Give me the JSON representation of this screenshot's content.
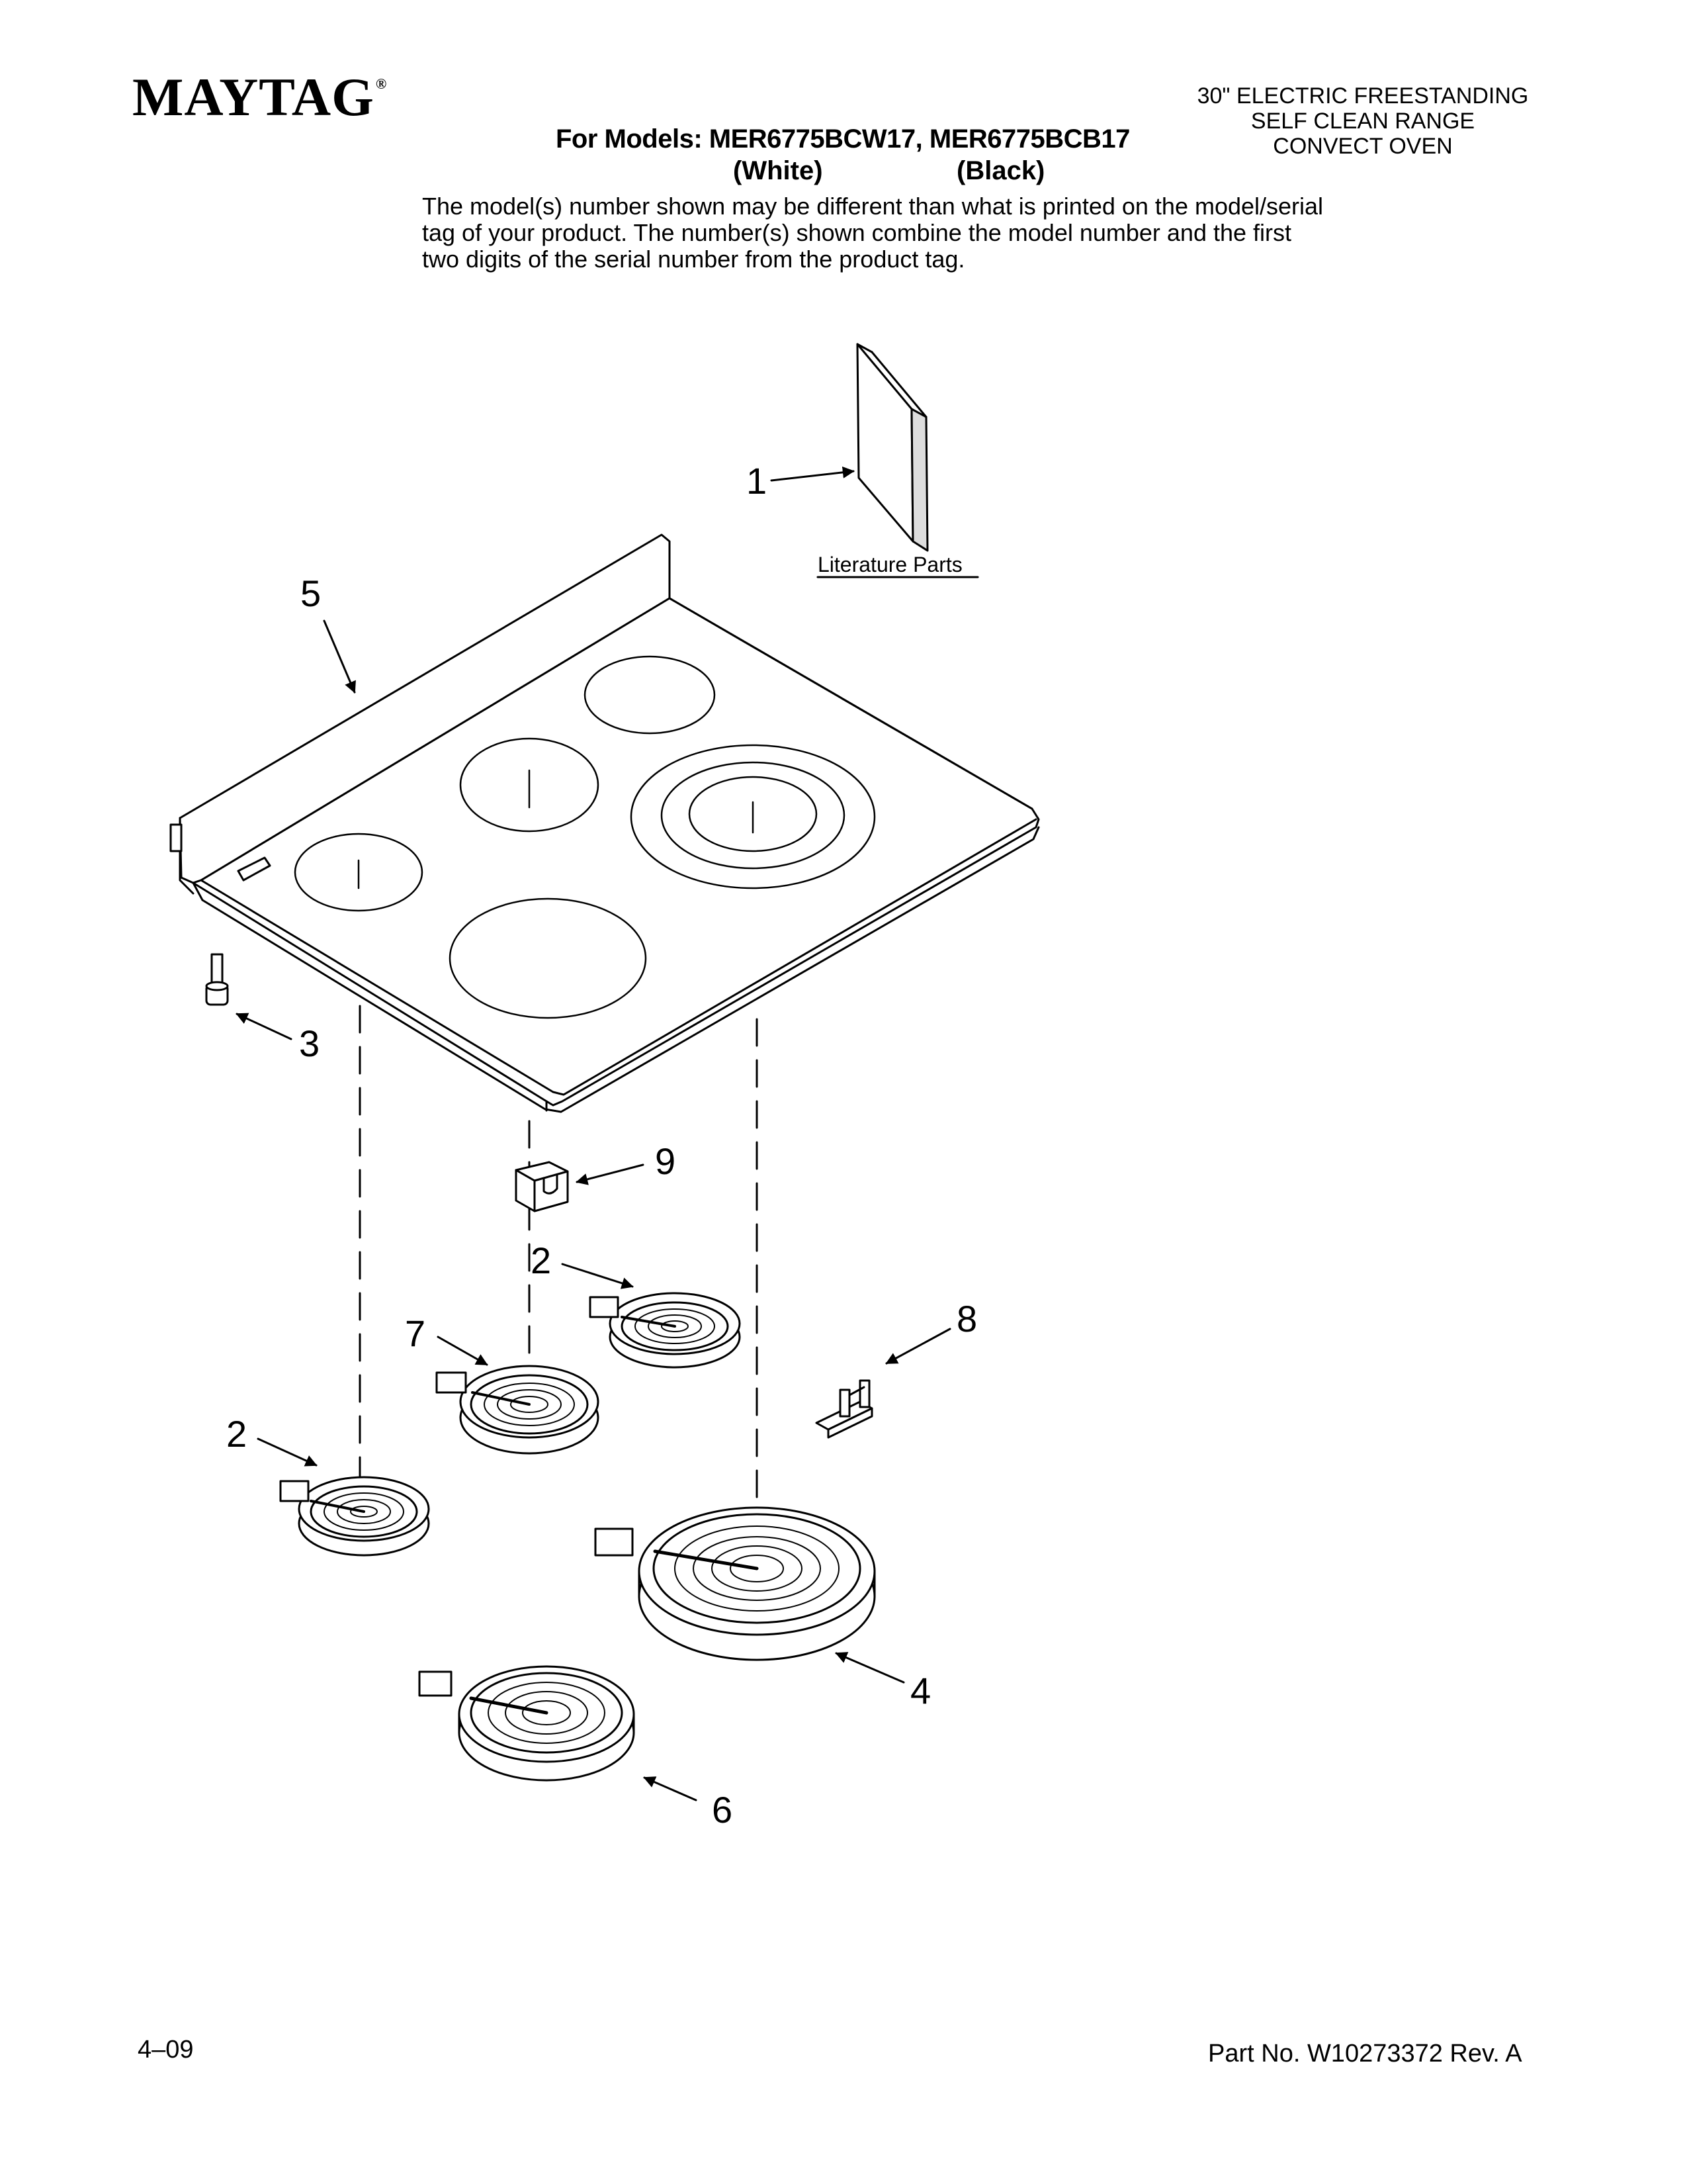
{
  "header": {
    "brand": "MAYTAG",
    "brand_mark": "®",
    "product_description": [
      "30\" ELECTRIC FREESTANDING",
      "SELF CLEAN RANGE",
      "CONVECT OVEN"
    ],
    "models_line": "For Models: MER6775BCW17, MER6775BCB17",
    "color_white": "(White)",
    "color_black": "(Black)",
    "notice": "The model(s) number shown may be different than what is printed on the model/serial tag of your product. The number(s) shown combine the model number and the first two digits of the serial number from the product tag."
  },
  "diagram": {
    "literature_label": "Literature Parts",
    "callouts": {
      "literature_parts": "1",
      "element_small_right": "2",
      "element_small_left": "2",
      "knob_clip": "3",
      "element_dual_large": "4",
      "cooktop": "5",
      "element_large_front": "6",
      "element_medium": "7",
      "bracket": "8",
      "block": "9"
    }
  },
  "footer": {
    "date_code": "4–09",
    "part_number": "Part No. W10273372 Rev. A"
  }
}
